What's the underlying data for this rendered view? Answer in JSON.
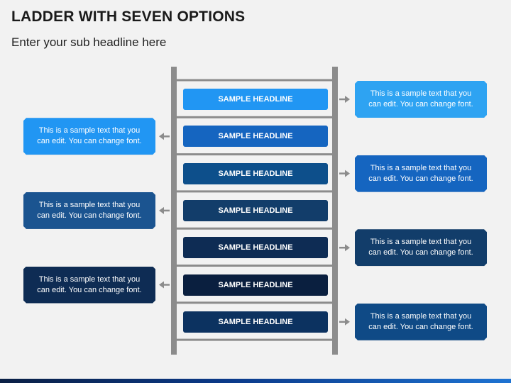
{
  "title": "LADDER WITH SEVEN OPTIONS",
  "subtitle": "Enter your sub headline here",
  "rungs": [
    {
      "label": "SAMPLE HEADLINE",
      "color": "#2196f3"
    },
    {
      "label": "SAMPLE HEADLINE",
      "color": "#1565c0"
    },
    {
      "label": "SAMPLE HEADLINE",
      "color": "#0d4f8b"
    },
    {
      "label": "SAMPLE HEADLINE",
      "color": "#123d6a"
    },
    {
      "label": "SAMPLE HEADLINE",
      "color": "#0e2c54"
    },
    {
      "label": "SAMPLE HEADLINE",
      "color": "#0a1f3f"
    },
    {
      "label": "SAMPLE HEADLINE",
      "color": "#0c3260"
    }
  ],
  "callouts": [
    {
      "side": "right",
      "text": "This is a sample text that you can edit. You can change font.",
      "color": "#2ea3f2"
    },
    {
      "side": "left",
      "text": "This is a sample text that you can edit. You can change font.",
      "color": "#2196f3"
    },
    {
      "side": "right",
      "text": "This is a sample text that you can edit. You can change font.",
      "color": "#1565c0"
    },
    {
      "side": "left",
      "text": "This is a sample text that you can edit. You can change font.",
      "color": "#1b5490"
    },
    {
      "side": "right",
      "text": "This is a sample text that you can edit. You can change font.",
      "color": "#123d6a"
    },
    {
      "side": "left",
      "text": "This is a sample text that you can edit. You can change font.",
      "color": "#0e2c54"
    },
    {
      "side": "right",
      "text": "This is a sample text that you can edit. You can change font.",
      "color": "#0f4a86"
    }
  ],
  "ladder_color": "#8c8c8c",
  "arrow_color": "#8c8c8c"
}
